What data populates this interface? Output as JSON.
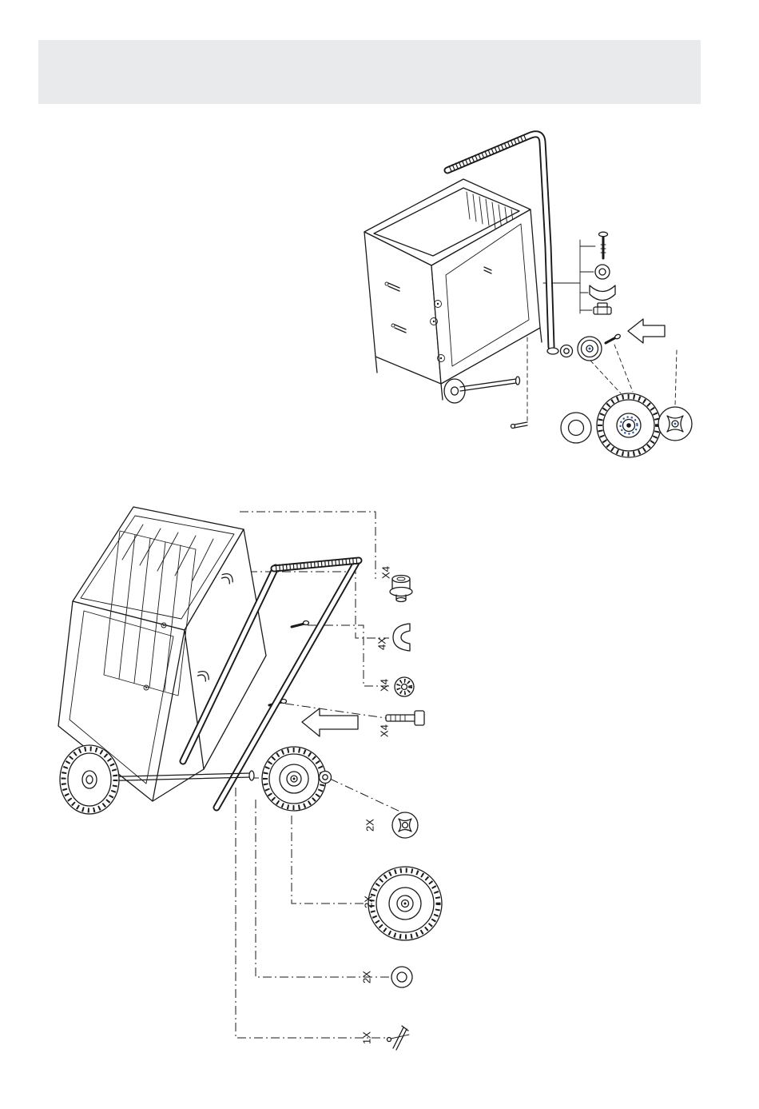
{
  "page": {
    "background": "#ffffff"
  },
  "header_bar": {
    "background": "#e9eaeb"
  },
  "colors": {
    "line": "#1a1a1a",
    "accent_blue": "#2b57a7",
    "header_gray": "#e9eaeb"
  },
  "step1": {
    "figure": "cart-handle-and-wheel-assembly-isometric",
    "hardware_icons": [
      "hex-bolt-icon",
      "flat-washer-icon",
      "axle-bracket-icon",
      "lock-nut-icon",
      "direction-arrow-left-icon",
      "spacer-washer-icon",
      "wheel-hub-icon",
      "axle-bolt-icon",
      "cotter-pin-icon",
      "large-washer-icon",
      "wheel-icon",
      "push-nut-cap-icon"
    ]
  },
  "step2": {
    "figure": "tilted-cart-wheel-exploded-view",
    "arrow_icon": "direction-arrow-left-icon",
    "callouts": [
      {
        "qty": "X4",
        "icon": "flange-nut-icon"
      },
      {
        "qty": "4X",
        "icon": "axle-bracket-icon"
      },
      {
        "qty": "X4",
        "icon": "lock-washer-icon"
      },
      {
        "qty": "X4",
        "icon": "hex-bolt-icon"
      },
      {
        "qty": "2X",
        "icon": "push-nut-icon"
      },
      {
        "qty": "2X",
        "icon": "wheel-icon"
      },
      {
        "qty": "2X",
        "icon": "flat-washer-icon"
      },
      {
        "qty": "1X",
        "icon": "axle-pin-icon"
      }
    ]
  }
}
